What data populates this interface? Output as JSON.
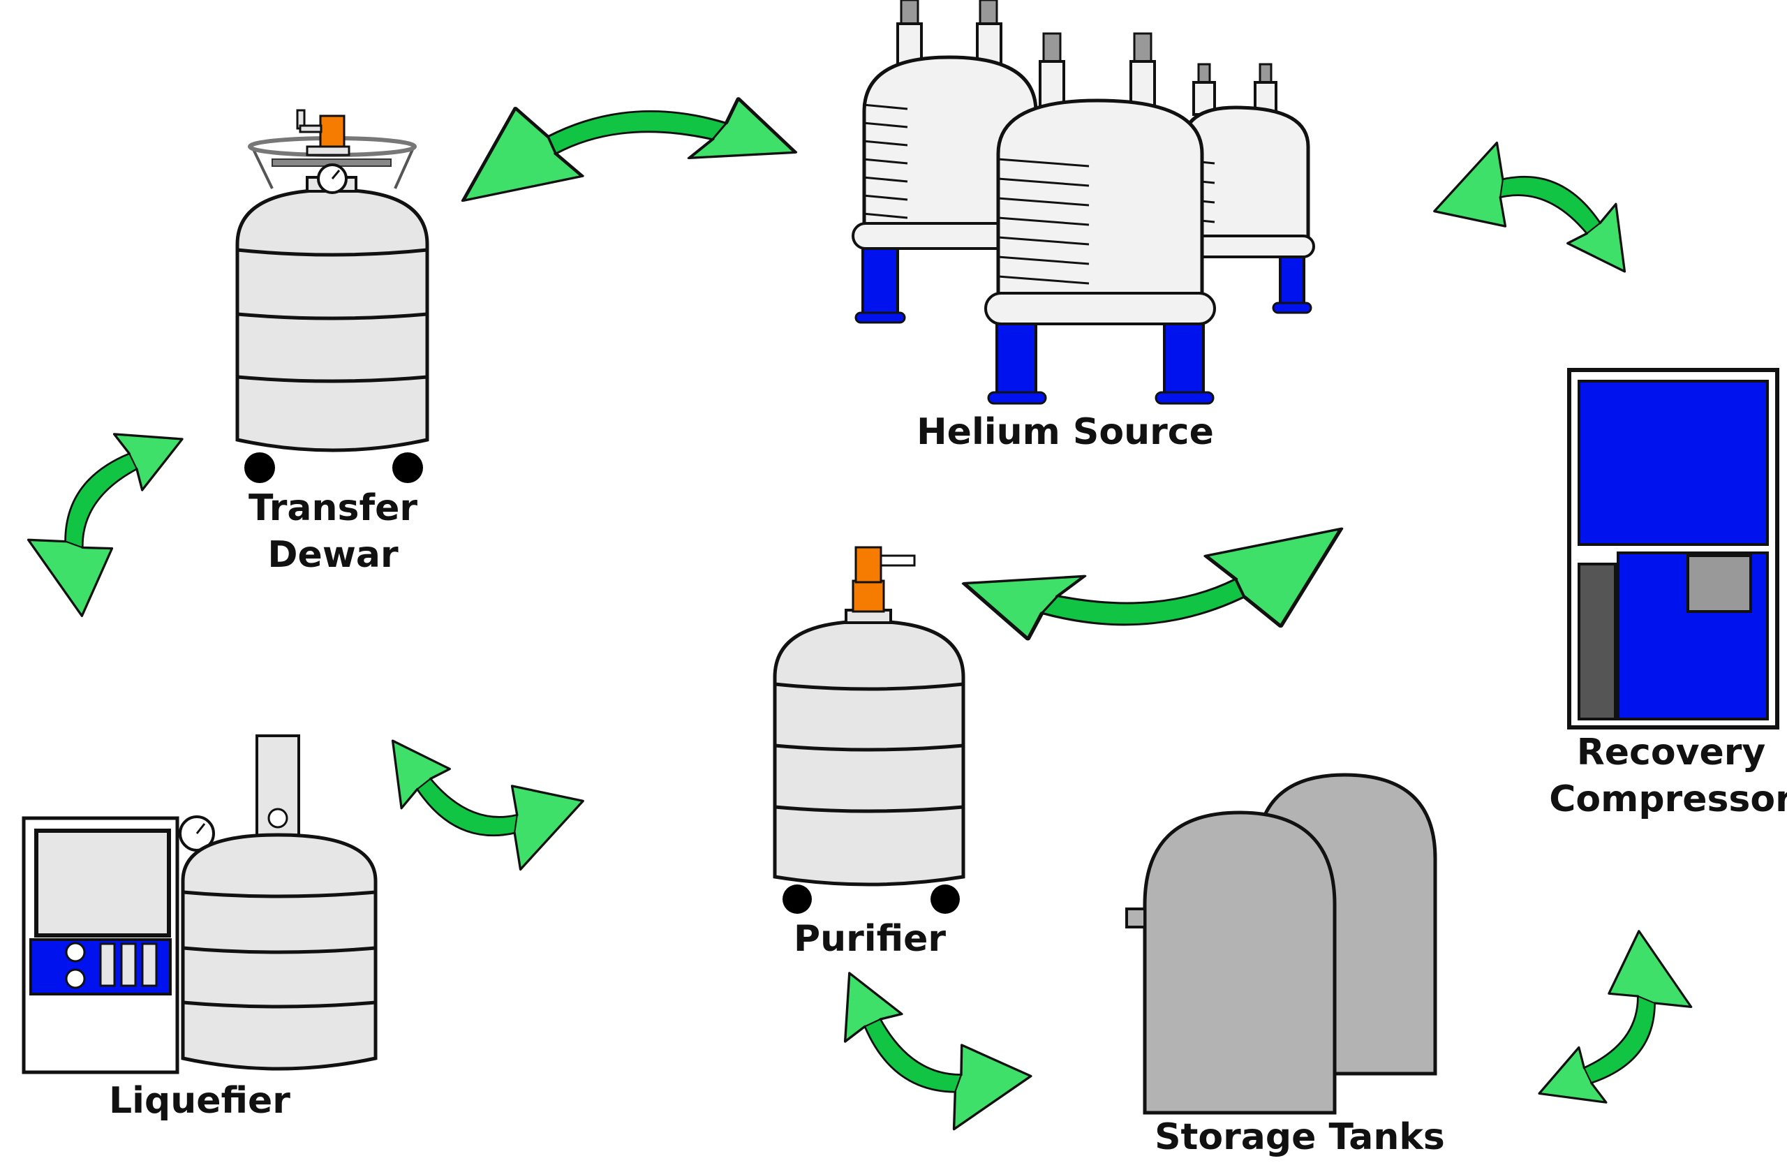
{
  "diagram": {
    "nodes": {
      "helium_source": {
        "label": "Helium Source"
      },
      "recovery_compressor": {
        "label_line1": "Recovery",
        "label_line2": "Compressor"
      },
      "storage_tanks": {
        "label": "Storage Tanks"
      },
      "purifier": {
        "label": "Purifier"
      },
      "liquefier": {
        "label": "Liquefier"
      },
      "transfer_dewar": {
        "label_line1": "Transfer",
        "label_line2": "Dewar"
      }
    },
    "flow": [
      "Transfer Dewar",
      "Helium Source",
      "Recovery Compressor",
      "Storage Tanks",
      "Purifier",
      "Liquefier",
      "Transfer Dewar"
    ],
    "colors": {
      "arrow_fill": "#3ee06a",
      "arrow_shade": "#12c443",
      "equipment_gray": "#e6e6e6",
      "magnet_white": "#f2f2f2",
      "tank_gray": "#b3b3b3",
      "compressor_blue": "#0012ee",
      "valve_orange": "#f57c00",
      "outline": "#111111"
    }
  }
}
